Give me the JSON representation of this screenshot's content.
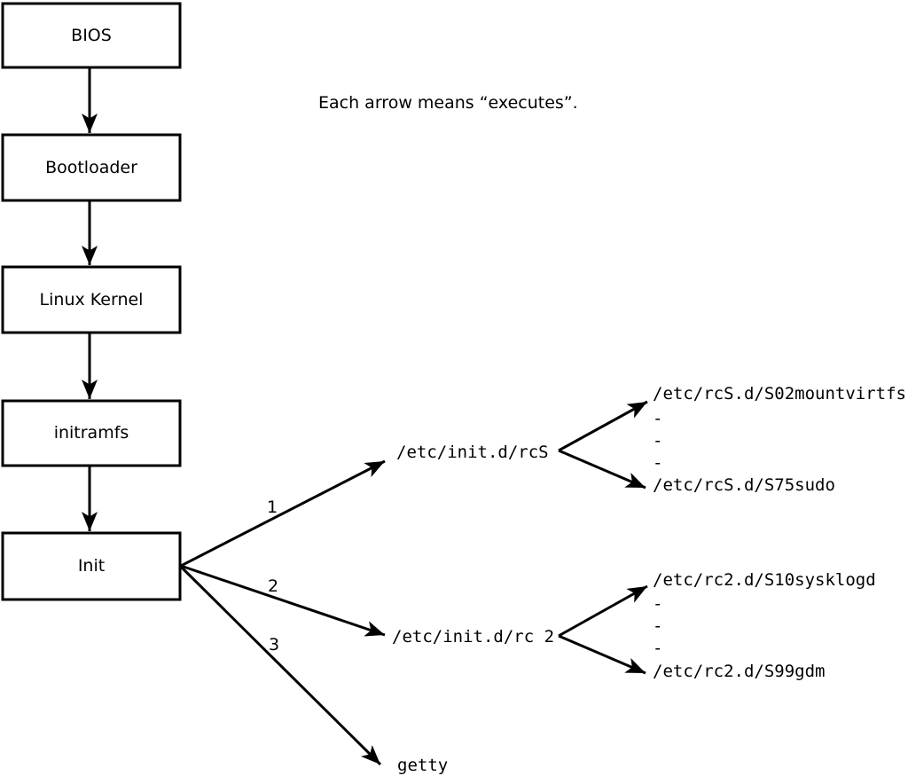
{
  "note": "Each arrow means “executes”.",
  "boxes": [
    {
      "label": "BIOS"
    },
    {
      "label": "Bootloader"
    },
    {
      "label": "Linux Kernel"
    },
    {
      "label": "initramfs"
    },
    {
      "label": "Init"
    }
  ],
  "init_branches": [
    {
      "number": "1",
      "target": "/etc/init.d/rcS"
    },
    {
      "number": "2",
      "target": "/etc/init.d/rc 2"
    },
    {
      "number": "3",
      "target": "getty"
    }
  ],
  "rcS_children": {
    "first": "/etc/rcS.d/S02mountvirtfs",
    "dash1": "-",
    "dash2": "-",
    "dash3": "-",
    "last": "/etc/rcS.d/S75sudo"
  },
  "rc2_children": {
    "first": "/etc/rc2.d/S10sysklogd",
    "dash1": "-",
    "dash2": "-",
    "dash3": "-",
    "last": "/etc/rc2.d/S99gdm"
  },
  "colors": {
    "line": "#000000",
    "background": "#ffffff",
    "box_fill": "#ffffff"
  }
}
